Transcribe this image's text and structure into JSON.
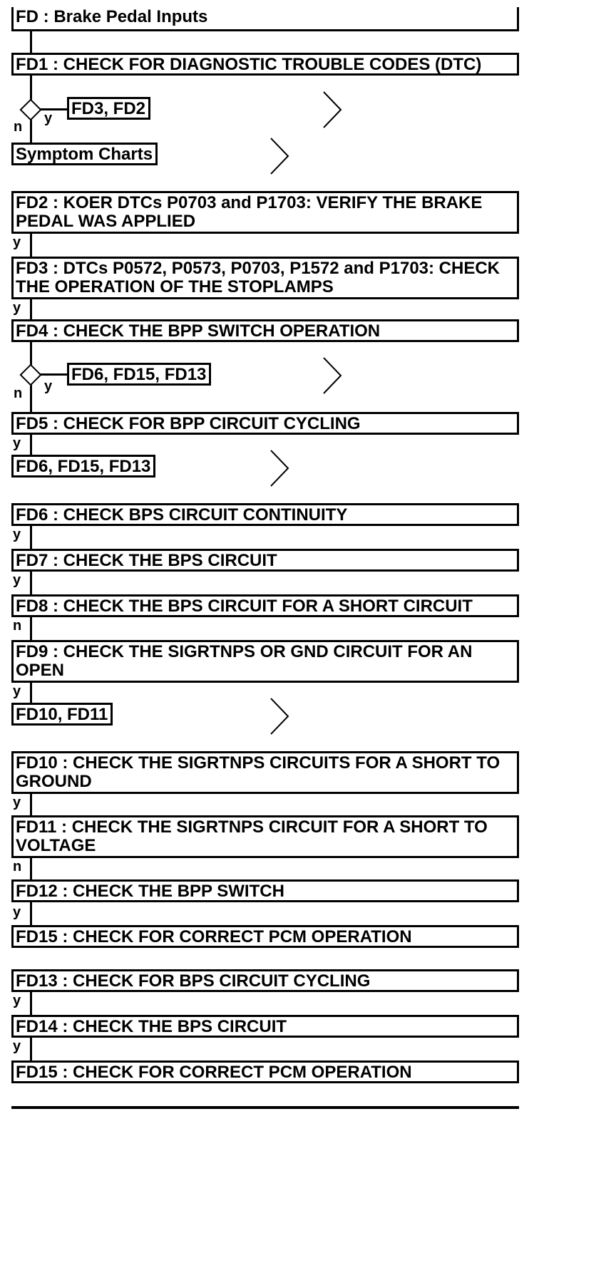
{
  "title": "FD : Brake Pedal Inputs",
  "steps": {
    "fd1": "FD1 : CHECK FOR DIAGNOSTIC TROUBLE CODES (DTC)",
    "fd2": "FD2 : KOER DTCs P0703 and P1703: VERIFY THE BRAKE PEDAL WAS APPLIED",
    "fd3": "FD3 : DTCs P0572, P0573, P0703, P1572 and P1703: CHECK THE OPERATION OF THE STOPLAMPS",
    "fd4": "FD4 : CHECK THE BPP SWITCH OPERATION",
    "fd5": "FD5 : CHECK FOR BPP CIRCUIT CYCLING",
    "fd6": "FD6 : CHECK BPS CIRCUIT CONTINUITY",
    "fd7": "FD7 : CHECK THE BPS CIRCUIT",
    "fd8": "FD8 : CHECK THE BPS CIRCUIT FOR A SHORT CIRCUIT",
    "fd9": "FD9 : CHECK THE SIGRTNPS OR GND CIRCUIT FOR AN OPEN",
    "fd10": "FD10 : CHECK THE SIGRTNPS CIRCUITS FOR A SHORT TO GROUND",
    "fd11": "FD11 : CHECK THE SIGRTNPS CIRCUIT FOR A SHORT TO VOLTAGE",
    "fd12": "FD12 : CHECK THE BPP SWITCH",
    "fd15a": "FD15 : CHECK FOR CORRECT PCM OPERATION",
    "fd13": "FD13 : CHECK FOR BPS CIRCUIT CYCLING",
    "fd14": "FD14 : CHECK THE BPS CIRCUIT",
    "fd15b": "FD15 : CHECK FOR CORRECT PCM OPERATION"
  },
  "links": {
    "fd1_yes": "FD3, FD2",
    "fd1_no": "Symptom Charts",
    "fd4_yes": "FD6, FD15, FD13",
    "fd5_yes": "FD6, FD15, FD13",
    "fd9_yes": "FD10, FD11"
  },
  "answers": {
    "yes": "y",
    "no": "n"
  }
}
